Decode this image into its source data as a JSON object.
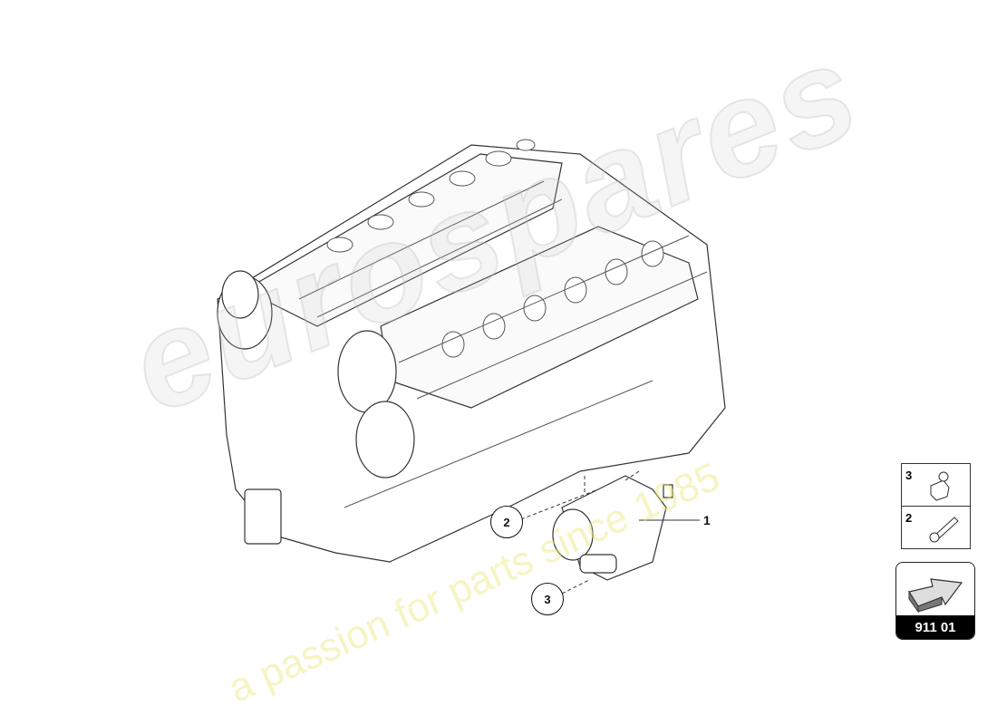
{
  "watermark": {
    "brand": "eurospares",
    "tagline": "a passion for parts since 1985"
  },
  "callouts": [
    {
      "label": "1"
    },
    {
      "label": "2"
    },
    {
      "label": "3"
    }
  ],
  "legend": {
    "items": [
      {
        "number": "3",
        "icon": "clip-bracket-icon"
      },
      {
        "number": "2",
        "icon": "bolt-icon"
      }
    ]
  },
  "navigation": {
    "label": "911 01",
    "icon": "arrow-icon"
  },
  "colors": {
    "line": "#111111",
    "watermark_gray": "#d0d0d0",
    "watermark_yellow": "#ebe678"
  }
}
